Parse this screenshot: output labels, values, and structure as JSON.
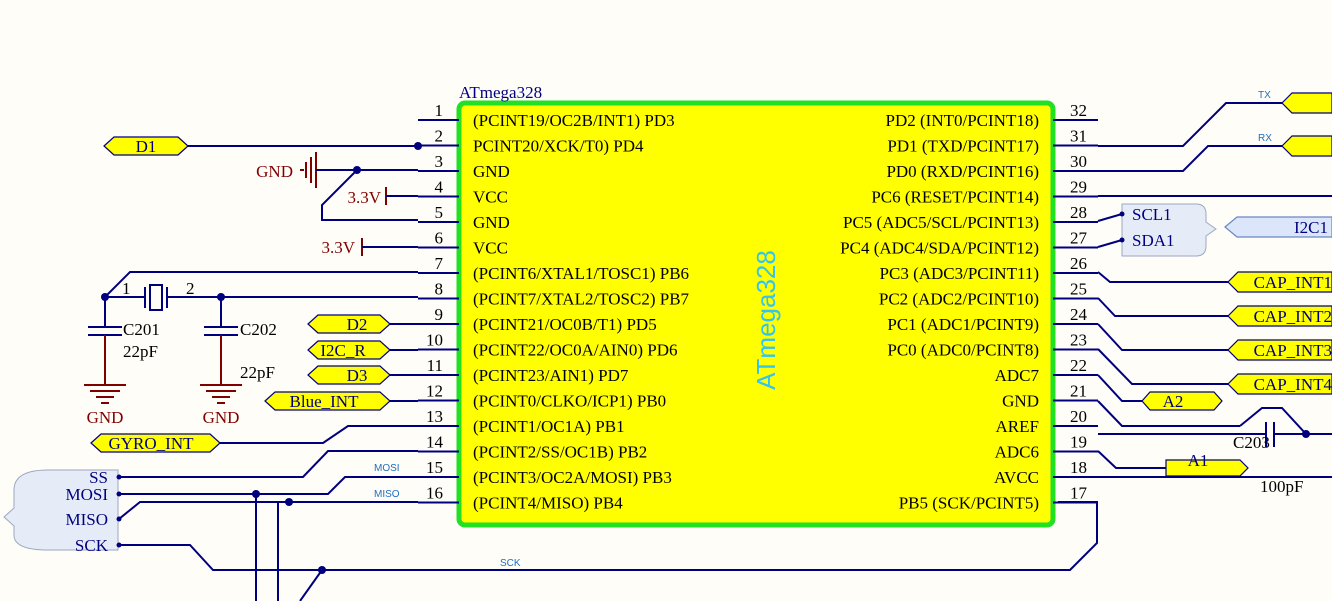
{
  "chip": {
    "ref": "ATmega328",
    "body_label": "ATmega328",
    "colors": {
      "body": "#ffff00",
      "border": "#22e022",
      "label": "#33c4f0",
      "wire": "#00007f",
      "power": "#800000"
    },
    "left_pins": [
      {
        "num": "1",
        "name": "(PCINT19/OC2B/INT1) PD3"
      },
      {
        "num": "2",
        "name": "PCINT20/XCK/T0) PD4"
      },
      {
        "num": "3",
        "name": "GND"
      },
      {
        "num": "4",
        "name": "VCC"
      },
      {
        "num": "5",
        "name": "GND"
      },
      {
        "num": "6",
        "name": "VCC"
      },
      {
        "num": "7",
        "name": "(PCINT6/XTAL1/TOSC1) PB6"
      },
      {
        "num": "8",
        "name": "(PCINT7/XTAL2/TOSC2) PB7"
      },
      {
        "num": "9",
        "name": "(PCINT21/OC0B/T1) PD5"
      },
      {
        "num": "10",
        "name": "(PCINT22/OC0A/AIN0) PD6"
      },
      {
        "num": "11",
        "name": "(PCINT23/AIN1) PD7"
      },
      {
        "num": "12",
        "name": "(PCINT0/CLKO/ICP1) PB0"
      },
      {
        "num": "13",
        "name": "(PCINT1/OC1A) PB1"
      },
      {
        "num": "14",
        "name": "(PCINT2/SS/OC1B) PB2"
      },
      {
        "num": "15",
        "name": "(PCINT3/OC2A/MOSI) PB3"
      },
      {
        "num": "16",
        "name": "(PCINT4/MISO) PB4"
      }
    ],
    "right_pins": [
      {
        "num": "32",
        "name": "PD2 (INT0/PCINT18)"
      },
      {
        "num": "31",
        "name": "PD1 (TXD/PCINT17)"
      },
      {
        "num": "30",
        "name": "PD0 (RXD/PCINT16)"
      },
      {
        "num": "29",
        "name": "PC6 (RESET/PCINT14)"
      },
      {
        "num": "28",
        "name": "PC5 (ADC5/SCL/PCINT13)"
      },
      {
        "num": "27",
        "name": "PC4 (ADC4/SDA/PCINT12)"
      },
      {
        "num": "26",
        "name": "PC3 (ADC3/PCINT11)"
      },
      {
        "num": "25",
        "name": "PC2 (ADC2/PCINT10)"
      },
      {
        "num": "24",
        "name": "PC1 (ADC1/PCINT9)"
      },
      {
        "num": "23",
        "name": "PC0 (ADC0/PCINT8)"
      },
      {
        "num": "22",
        "name": "ADC7"
      },
      {
        "num": "21",
        "name": "GND"
      },
      {
        "num": "20",
        "name": "AREF"
      },
      {
        "num": "19",
        "name": "ADC6"
      },
      {
        "num": "18",
        "name": "AVCC"
      },
      {
        "num": "17",
        "name": "PB5 (SCK/PCINT5)"
      }
    ]
  },
  "ports": {
    "d1": "D1",
    "d2": "D2",
    "i2c_r": "I2C_R",
    "d3": "D3",
    "blue_int": "Blue_INT",
    "gyro_int": "GYRO_INT",
    "cap_int1": "CAP_INT1",
    "cap_int2": "CAP_INT2",
    "cap_int3": "CAP_INT3",
    "cap_int4": "CAP_INT4",
    "a2": "A2",
    "a1": "A1",
    "i2c1": "I2C1"
  },
  "power": {
    "gnd_top": "GND",
    "vcc_pin4": "3.3V",
    "vcc_pin6": "3.3V",
    "gnd_c201": "GND",
    "gnd_c202": "GND"
  },
  "components": {
    "c201_ref": "C201",
    "c201_val": "22pF",
    "c202_ref": "C202",
    "c202_val": "22pF",
    "crystal_pin1": "1",
    "crystal_pin2": "2",
    "c203_ref": "C203",
    "c203_val": "100pF"
  },
  "harness": {
    "spi_pins": [
      "SS",
      "MOSI",
      "MISO",
      "SCK"
    ],
    "i2c_pins": [
      "SCL1",
      "SDA1"
    ]
  },
  "net_labels": {
    "tx": "TX",
    "rx": "RX",
    "mosi": "MOSI",
    "miso": "MISO",
    "sck": "SCK"
  }
}
